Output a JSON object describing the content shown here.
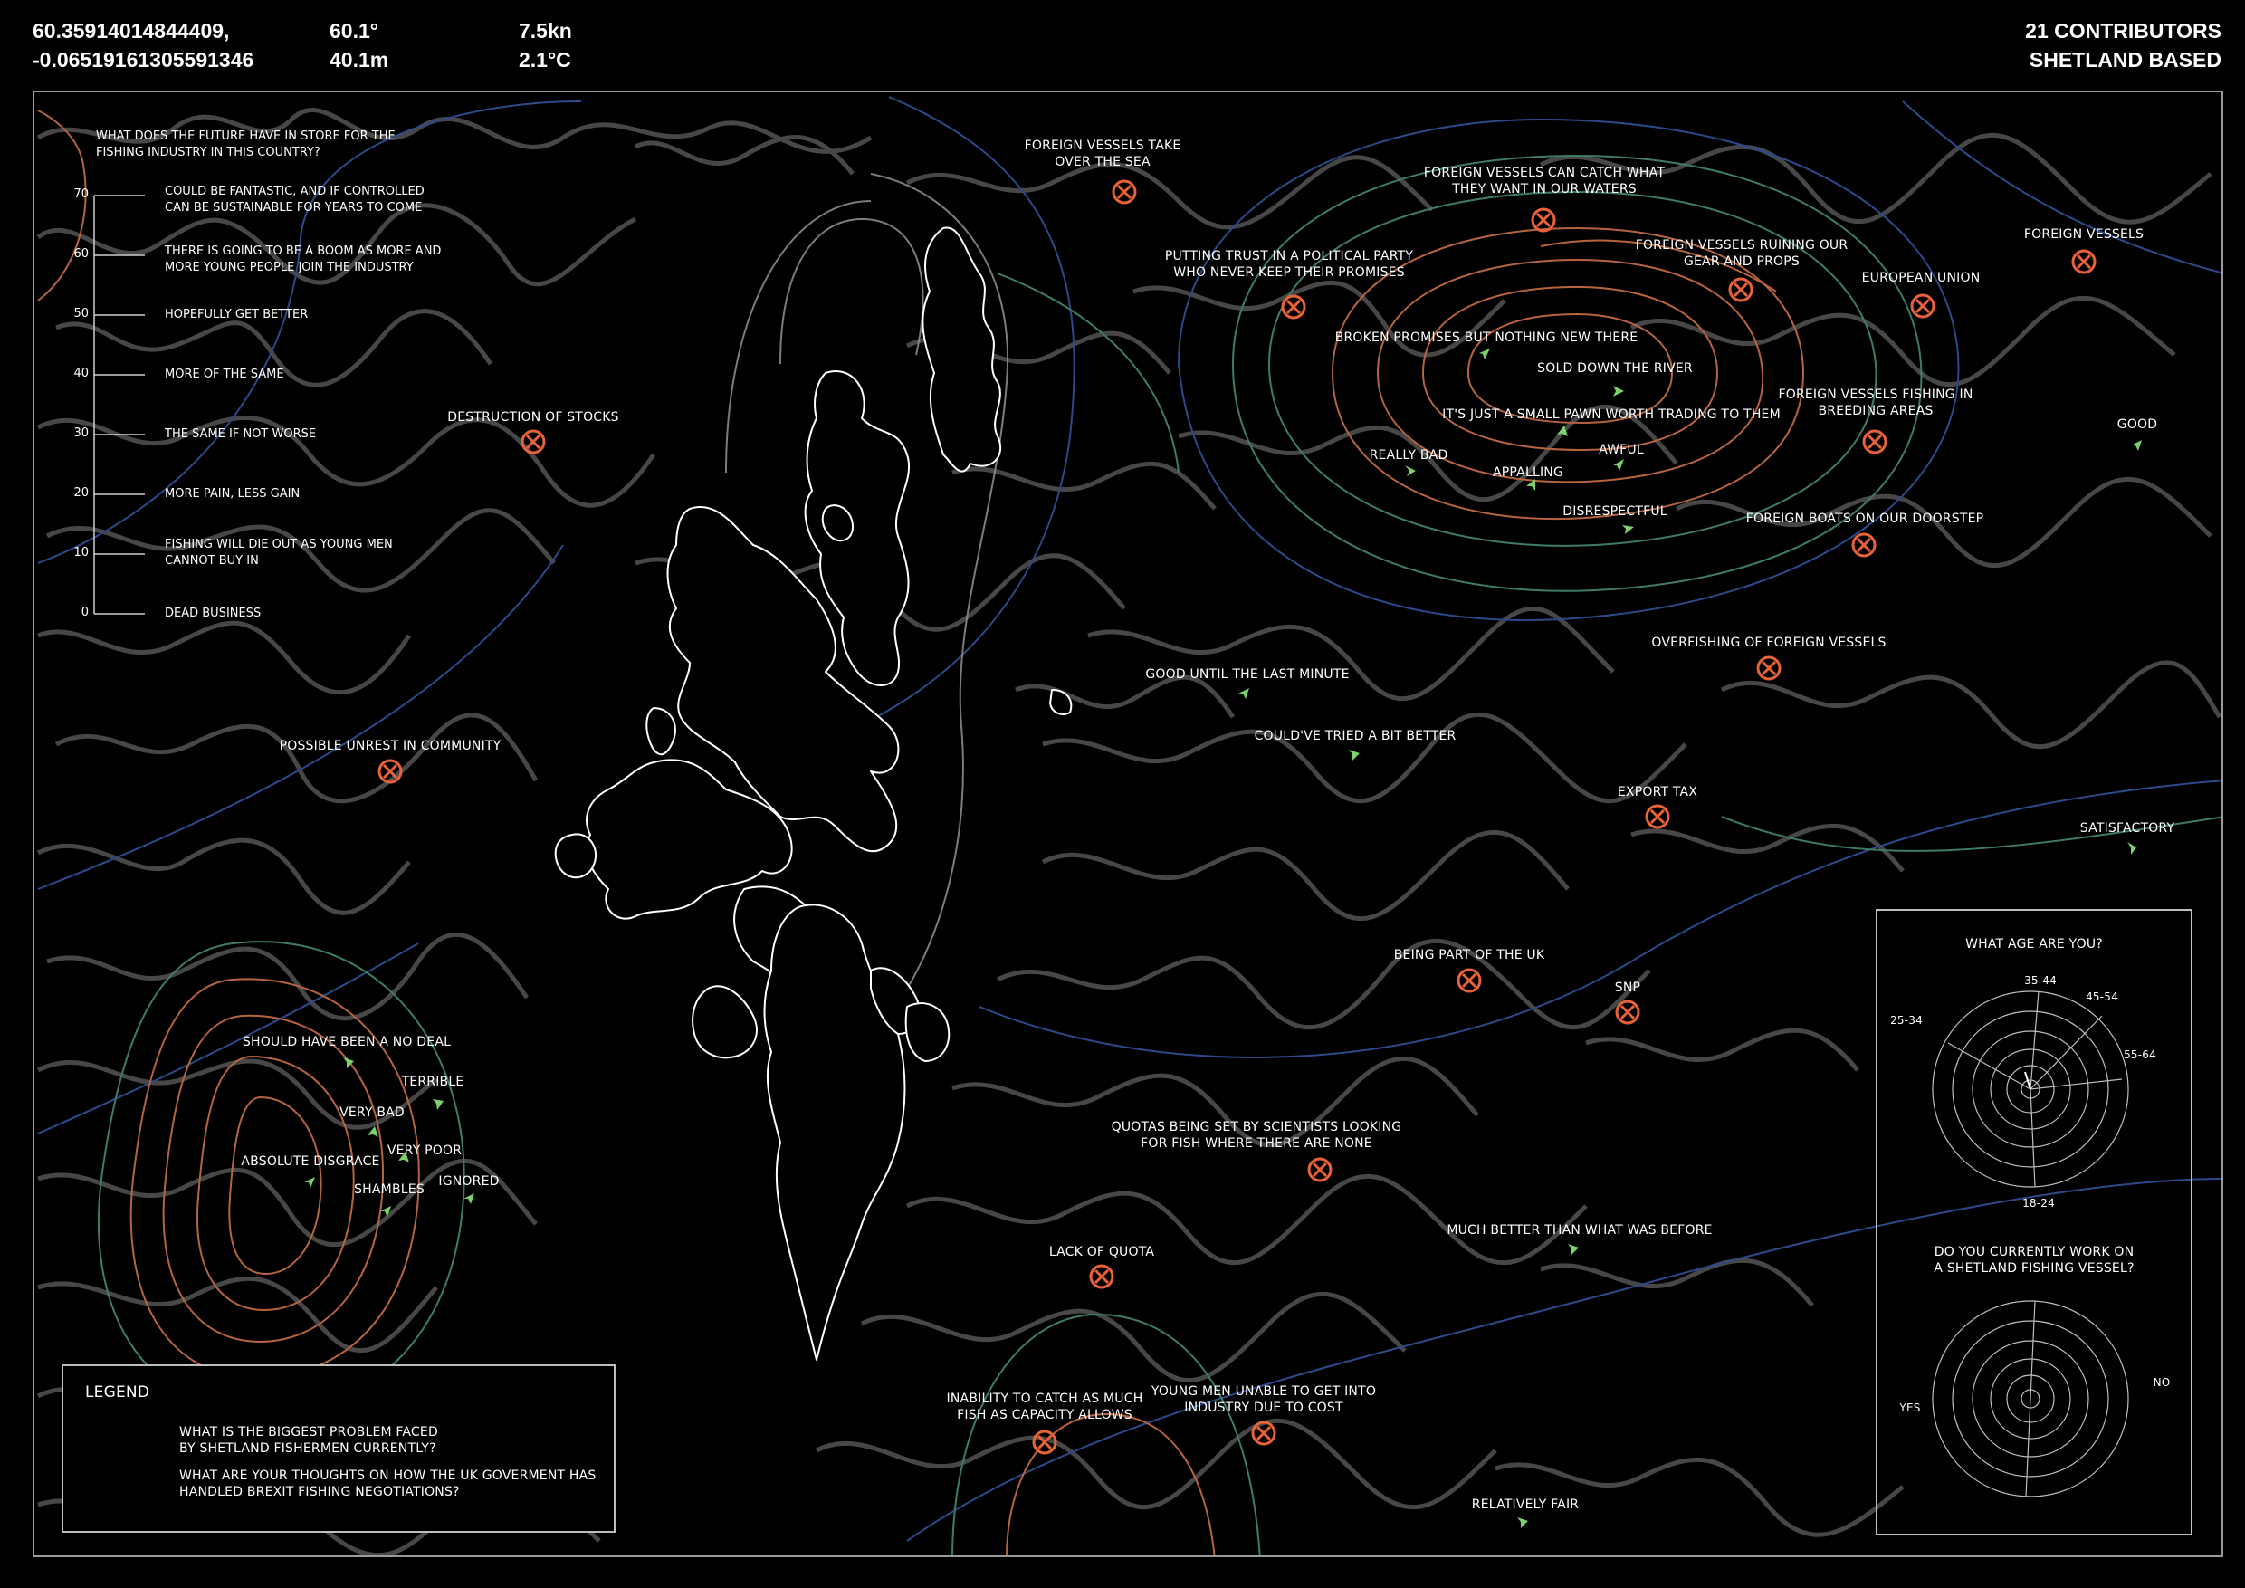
{
  "header": {
    "coord_lat": "60.35914014844409,",
    "coord_lon": "-0.06519161305591346",
    "heading": "60.1°",
    "depth": "40.1m",
    "speed": "7.5kn",
    "temperature": "2.1°C",
    "contributors": "21 CONTRIBUTORS",
    "location": "SHETLAND BASED"
  },
  "colors": {
    "problem_marker": "#e8623a",
    "response_arrow": "#7bd26a",
    "contour_orange": "#b5643f",
    "contour_green": "#3f7d63",
    "contour_blue": "#2c4a8a",
    "terrain": "#6e6e6e",
    "coastline": "#ffffff"
  },
  "future_scale": {
    "question": "WHAT DOES THE FUTURE HAVE IN STORE FOR THE\nFISHING INDUSTRY IN THIS COUNTRY?",
    "levels": [
      {
        "value": "70",
        "label": "COULD BE FANTASTIC, AND IF CONTROLLED\nCAN BE SUSTAINABLE FOR YEARS TO COME"
      },
      {
        "value": "60",
        "label": "THERE IS GOING TO BE A BOOM AS MORE AND\nMORE YOUNG PEOPLE JOIN THE INDUSTRY"
      },
      {
        "value": "50",
        "label": "HOPEFULLY GET BETTER"
      },
      {
        "value": "40",
        "label": "MORE OF THE SAME"
      },
      {
        "value": "30",
        "label": "THE SAME IF NOT WORSE"
      },
      {
        "value": "20",
        "label": "MORE PAIN, LESS GAIN"
      },
      {
        "value": "10",
        "label": "FISHING WILL DIE OUT AS YOUNG MEN\nCANNOT BUY IN"
      },
      {
        "value": "0",
        "label": "DEAD BUSINESS"
      }
    ]
  },
  "problems": [
    "FOREIGN VESSELS TAKE\nOVER THE SEA",
    "FOREIGN VESSELS CAN CATCH WHAT\nTHEY WANT IN OUR WATERS",
    "PUTTING TRUST IN A POLITICAL PARTY\nWHO NEVER KEEP THEIR PROMISES",
    "FOREIGN VESSELS RUINING OUR\nGEAR AND PROPS",
    "EUROPEAN UNION",
    "FOREIGN VESSELS",
    "DESTRUCTION OF STOCKS",
    "FOREIGN VESSELS FISHING IN\nBREEDING AREAS",
    "FOREIGN BOATS ON OUR DOORSTEP",
    "OVERFISHING OF FOREIGN VESSELS",
    "POSSIBLE UNREST IN COMMUNITY",
    "EXPORT TAX",
    "BEING PART OF THE UK",
    "SNP",
    "QUOTAS BEING SET BY SCIENTISTS LOOKING\nFOR FISH WHERE THERE ARE NONE",
    "LACK OF QUOTA",
    "INABILITY TO CATCH AS MUCH\nFISH AS CAPACITY ALLOWS",
    "YOUNG MEN UNABLE TO GET INTO\nINDUSTRY DUE TO COST"
  ],
  "responses": [
    "BROKEN PROMISES BUT NOTHING NEW THERE",
    "SOLD DOWN THE RIVER",
    "IT'S JUST A SMALL PAWN WORTH TRADING TO THEM",
    "REALLY BAD",
    "AWFUL",
    "APPALLING",
    "DISRESPECTFUL",
    "GOOD",
    "GOOD UNTIL THE LAST MINUTE",
    "COULD'VE TRIED A BIT BETTER",
    "SATISFACTORY",
    "SHOULD HAVE BEEN A NO DEAL",
    "TERRIBLE",
    "VERY BAD",
    "VERY POOR",
    "ABSOLUTE DISGRACE",
    "IGNORED",
    "SHAMBLES",
    "MUCH BETTER THAN WHAT WAS BEFORE",
    "RELATIVELY FAIR"
  ],
  "legend": {
    "title": "LEGEND",
    "problem_label": "WHAT IS THE BIGGEST PROBLEM FACED\nBY SHETLAND FISHERMEN CURRENTLY?",
    "response_label": "WHAT ARE YOUR THOUGHTS ON HOW THE UK GOVERMENT HAS\nHANDLED BREXIT FISHING NEGOTIATIONS?"
  },
  "age_chart": {
    "title": "WHAT AGE ARE YOU?",
    "labels": [
      "35-44",
      "45-54",
      "55-64",
      "18-24",
      "25-34"
    ]
  },
  "vessel_chart": {
    "title": "DO YOU CURRENTLY WORK ON\nA SHETLAND FISHING VESSEL?",
    "yes": "YES",
    "no": "NO"
  }
}
